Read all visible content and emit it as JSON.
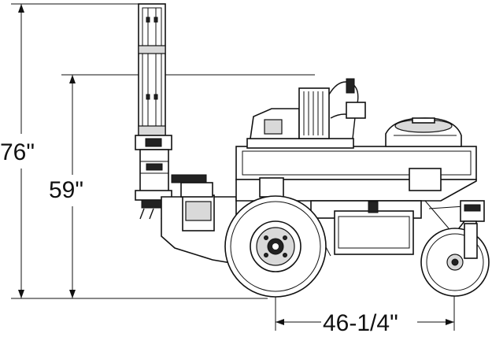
{
  "dimensions": {
    "overall_height": "76\"",
    "platform_height": "59\"",
    "wheelbase": "46-1/4\""
  }
}
